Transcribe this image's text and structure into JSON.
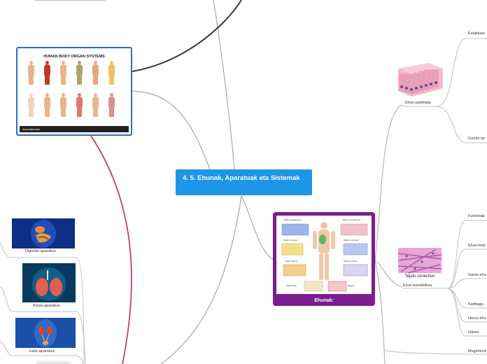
{
  "central": {
    "title": "4. 5. Ehunak, Aparatuak eta Sistemak"
  },
  "organ_card": {
    "title": "HUMAN BODY ORGAN SYSTEMS",
    "figures": [
      {
        "color": "#e8b48c"
      },
      {
        "color": "#c0392b"
      },
      {
        "color": "#e8b48c"
      },
      {
        "color": "#b0a070"
      },
      {
        "color": "#e8a87c"
      },
      {
        "color": "#f0c060"
      },
      {
        "color": "#f2d2bc"
      },
      {
        "color": "#e8b48c"
      },
      {
        "color": "#e8b48c"
      },
      {
        "color": "#d97a6c"
      },
      {
        "color": "#e8b48c"
      },
      {
        "color": "#d89090"
      }
    ],
    "footer": "depositphotos"
  },
  "ehunak_card": {
    "title": "Ehunak:",
    "texts": [
      "Tejido cartilaginoso",
      "Tejido muscular liso",
      "Tejido nervioso",
      "Tejido conjuntivo",
      "Tejido adiposo",
      "Tejido epitelial",
      "Tejido óseo",
      "Sangre"
    ]
  },
  "right_branches": {
    "epitelial": {
      "label": "Ehun epiteliala:",
      "children": [
        "Estaldura-",
        "Guruin ep"
      ]
    },
    "konektibo": {
      "label": "Ehun konektiboa:",
      "thumb_text": "Tejido conectivo",
      "children": [
        "Funtzioak",
        "Ehun konj",
        "Gantz-ehu",
        "Kartilago-",
        "Hezur-ehu",
        "Odola:"
      ]
    },
    "muscle": {
      "children": [
        "Mugimend"
      ]
    }
  },
  "left_branches": {
    "digestio": {
      "label": "Digestio-aparatua:"
    },
    "arnas": {
      "label": "Arnas-aparatua:"
    },
    "iraitz": {
      "label": "Iraitz-aparatua:"
    }
  }
}
